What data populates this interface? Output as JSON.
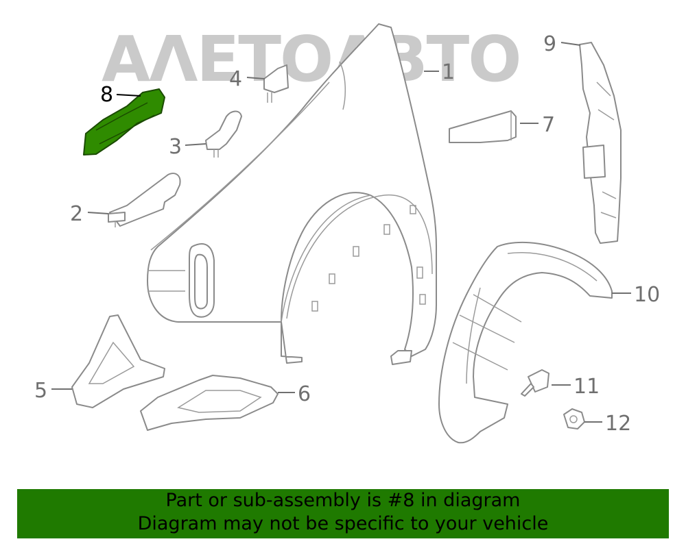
{
  "watermark": "ΑΛΕΤΟΑΒΤΟ",
  "highlight_color": "#2f8b00",
  "callouts": [
    {
      "id": "1",
      "label": "1"
    },
    {
      "id": "2",
      "label": "2"
    },
    {
      "id": "3",
      "label": "3"
    },
    {
      "id": "4",
      "label": "4"
    },
    {
      "id": "5",
      "label": "5"
    },
    {
      "id": "6",
      "label": "6"
    },
    {
      "id": "7",
      "label": "7"
    },
    {
      "id": "8",
      "label": "8"
    },
    {
      "id": "9",
      "label": "9"
    },
    {
      "id": "10",
      "label": "10"
    },
    {
      "id": "11",
      "label": "11"
    },
    {
      "id": "12",
      "label": "12"
    }
  ],
  "banner": {
    "line1": "Part or sub-assembly is #8 in diagram",
    "line2": "Diagram may not be specific to your vehicle",
    "background": "#1f7a00"
  }
}
